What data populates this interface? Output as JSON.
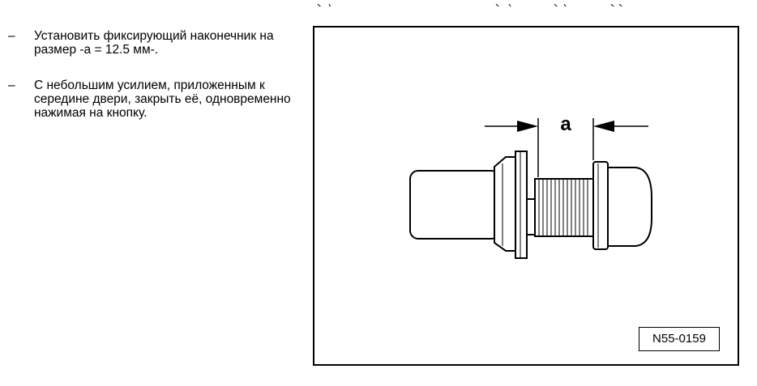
{
  "instructions": [
    {
      "dash": "–",
      "text": "Установить фиксирующий наконечник на размер -а = 12.5 мм-."
    },
    {
      "dash": "–",
      "text": "С небольшим усилием, приложенным к середине двери, закрыть её, одновременно нажимая на кнопку."
    }
  ],
  "figure": {
    "dimension_label": "a",
    "code": "N55-0159"
  }
}
